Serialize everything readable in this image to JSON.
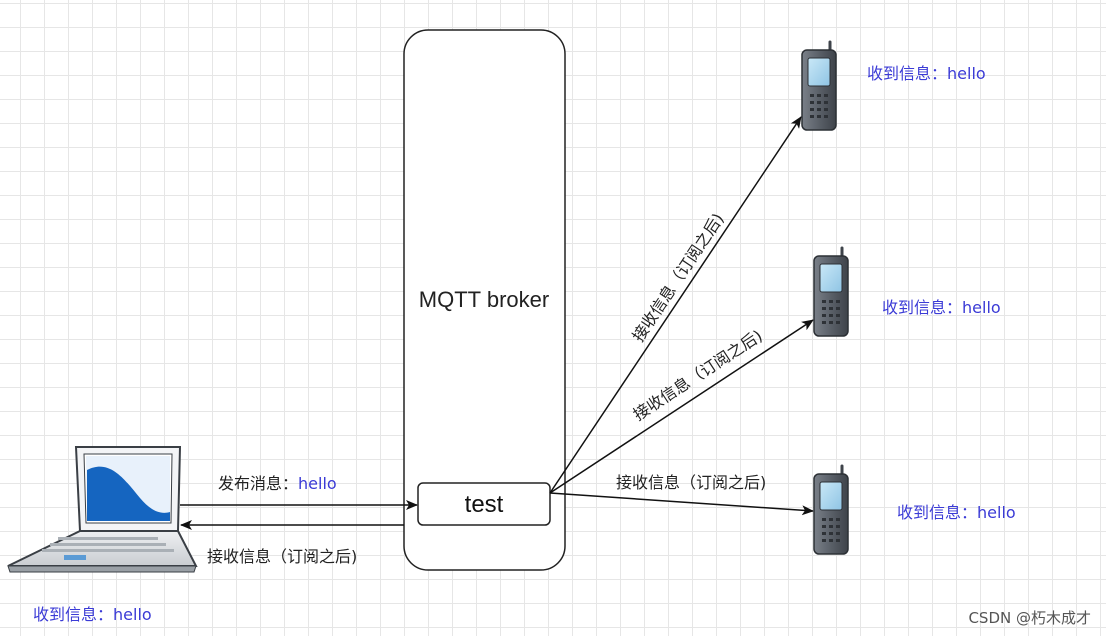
{
  "broker": {
    "title": "MQTT broker",
    "topic": "test"
  },
  "publisher": {
    "publish_prefix": "发布消息：",
    "publish_value": "hello",
    "return_label": "接收信息（订阅之后)",
    "received_prefix": "收到信息：",
    "received_value": "hello"
  },
  "subscribers": [
    {
      "edge_label": "接收信息（订阅之后)",
      "received_prefix": "收到信息：",
      "received_value": "hello"
    },
    {
      "edge_label": "接收信息（订阅之后)",
      "received_prefix": "收到信息：",
      "received_value": "hello"
    },
    {
      "edge_label": "接收信息（订阅之后)",
      "received_prefix": "收到信息：",
      "received_value": "hello"
    }
  ],
  "watermark": "CSDN @朽木成才",
  "colors": {
    "highlight": "#3b3bd6",
    "screen_blue": "#1565c0",
    "phone_body": "#555b63",
    "phone_screen": "#9ed1ee"
  }
}
